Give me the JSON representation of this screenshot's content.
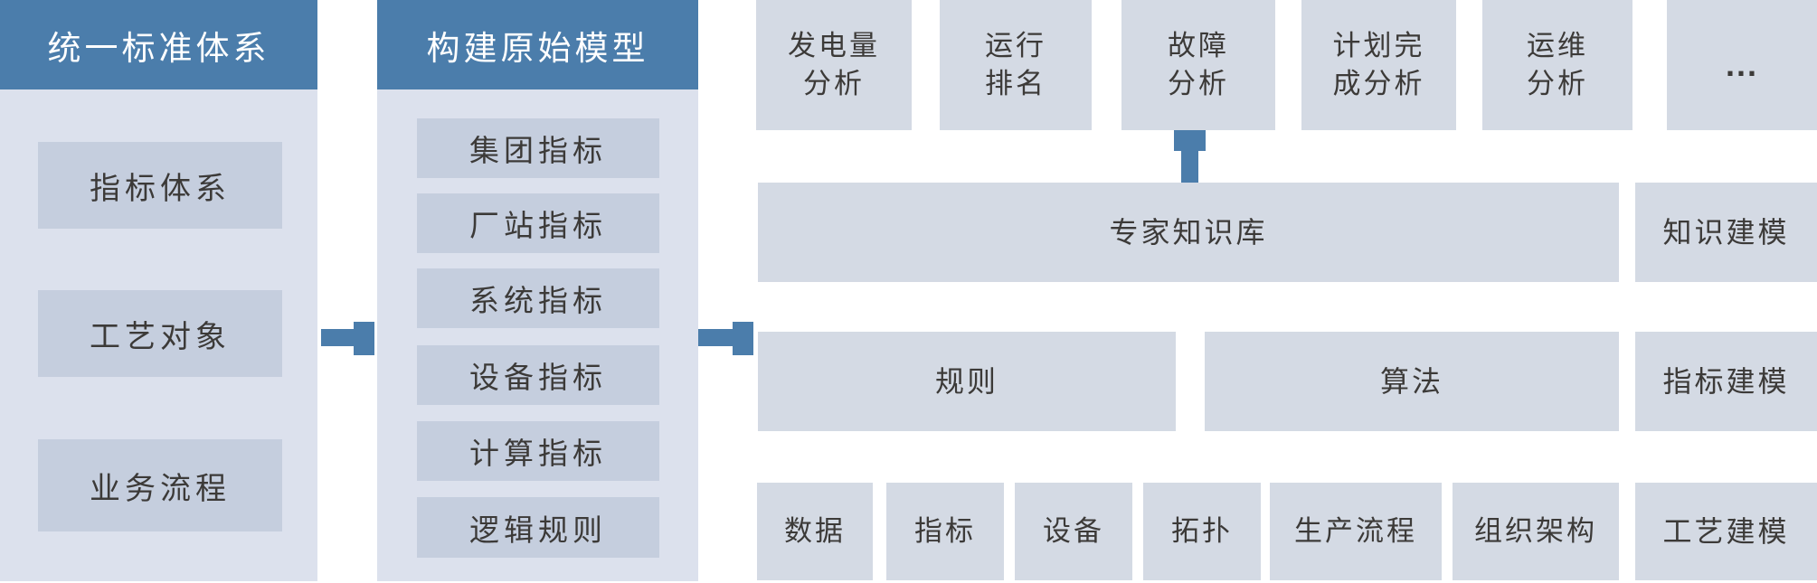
{
  "colors": {
    "header_blue": "#4b7dab",
    "panel_bg": "#dce1ed",
    "panel_box_bg": "#c5cede",
    "right_box_bg": "#d4dae4",
    "arrow_blue": "#4b7dab",
    "text_dark": "#3c3a38",
    "header_text": "#ffffff"
  },
  "standard_column": {
    "title": "统一标准体系",
    "boxes": [
      {
        "label": "指标体系"
      },
      {
        "label": "工艺对象"
      },
      {
        "label": "业务流程"
      }
    ]
  },
  "model_column": {
    "title": "构建原始模型",
    "boxes": [
      {
        "label": "集团指标"
      },
      {
        "label": "厂站指标"
      },
      {
        "label": "系统指标"
      },
      {
        "label": "设备指标"
      },
      {
        "label": "计算指标"
      },
      {
        "label": "逻辑规则"
      }
    ]
  },
  "analysis_row": {
    "boxes": [
      {
        "label": "发电量\n分析"
      },
      {
        "label": "运行\n排名"
      },
      {
        "label": "故障\n分析"
      },
      {
        "label": "计划完\n成分析"
      },
      {
        "label": "运维\n分析"
      },
      {
        "label": "..."
      }
    ]
  },
  "knowledge_row": {
    "main_label": "专家知识库",
    "side_label": "知识建模"
  },
  "rule_row": {
    "rule_label": "规则",
    "algorithm_label": "算法",
    "side_label": "指标建模"
  },
  "object_row": {
    "boxes": [
      {
        "label": "数据"
      },
      {
        "label": "指标"
      },
      {
        "label": "设备"
      },
      {
        "label": "拓扑"
      },
      {
        "label": "生产流程"
      },
      {
        "label": "组织架构"
      }
    ],
    "side_label": "工艺建模"
  },
  "icons": {
    "arrow_standard_to_model": "right-arrow",
    "arrow_model_to_rules": "right-arrow",
    "arrow_knowledge_to_fault": "up-arrow"
  }
}
